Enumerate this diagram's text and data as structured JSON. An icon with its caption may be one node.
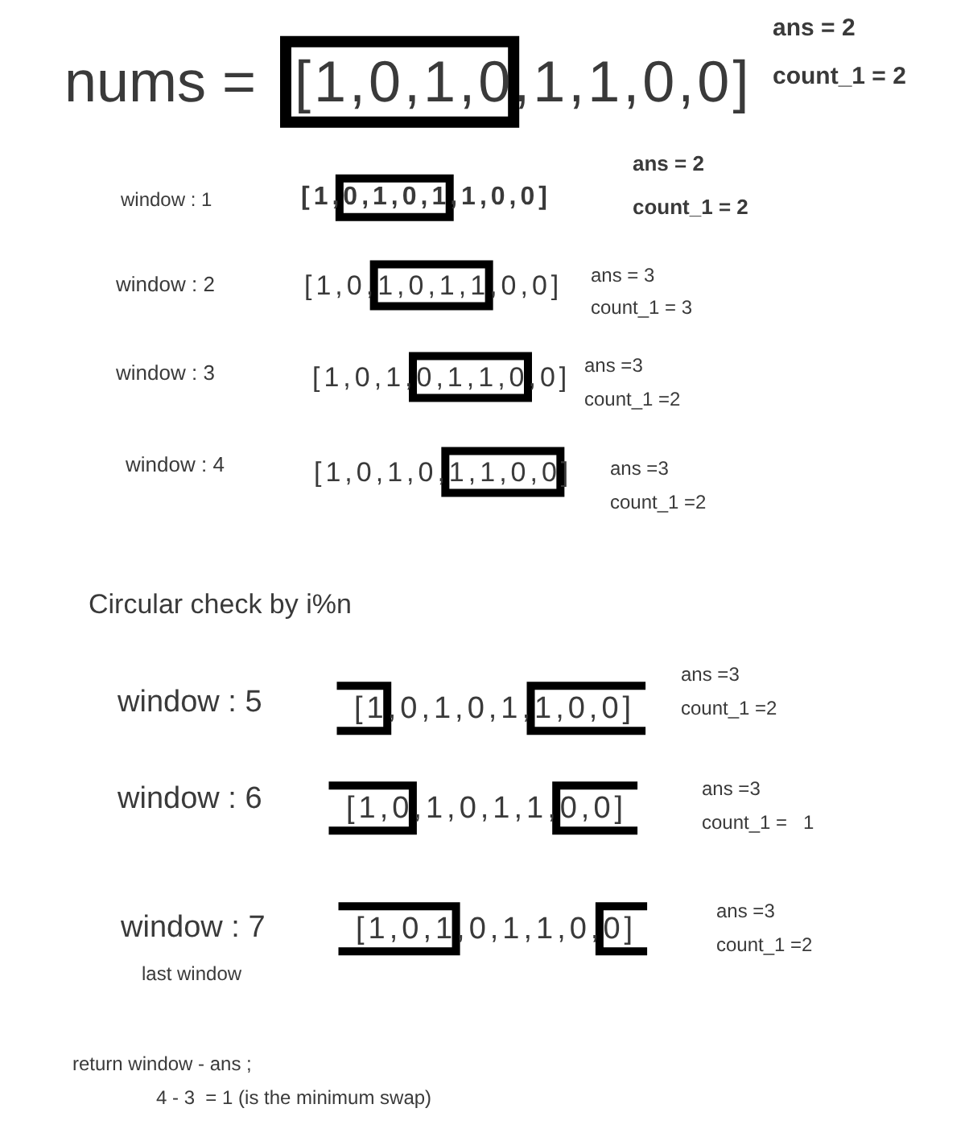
{
  "diagram": {
    "labels": [
      "nums =",
      "[1,0,1,0,1,1,0,0]",
      "ans = 2",
      "count_1 = 2",
      "window : 1",
      "[1,0,1,0,1,1,0,0]",
      "ans = 2",
      "count_1 = 2",
      "window : 2",
      "[1,0,1,0,1,1,0,0]",
      "ans = 3",
      "count_1 = 3",
      "window : 3",
      "[1,0,1,0,1,1,0,0]",
      "ans =3",
      "count_1 =2",
      "window : 4",
      "[1,0,1,0,1,1,0,0]",
      "ans =3",
      "count_1 =2",
      "Circular check by i%n",
      "window : 5",
      "[1,0,1,0,1,1,0,0]",
      "ans =3",
      "count_1 =2",
      "window : 6",
      "[1,0,1,0,1,1,0,0]",
      "ans =3",
      "count_1 =   1",
      "window : 7",
      "[1,0,1,0,1,1,0,0]",
      "last window",
      "ans =3",
      "count_1 =2",
      "return window - ans ;",
      "4 - 3  = 1 (is the minimum swap)"
    ]
  }
}
